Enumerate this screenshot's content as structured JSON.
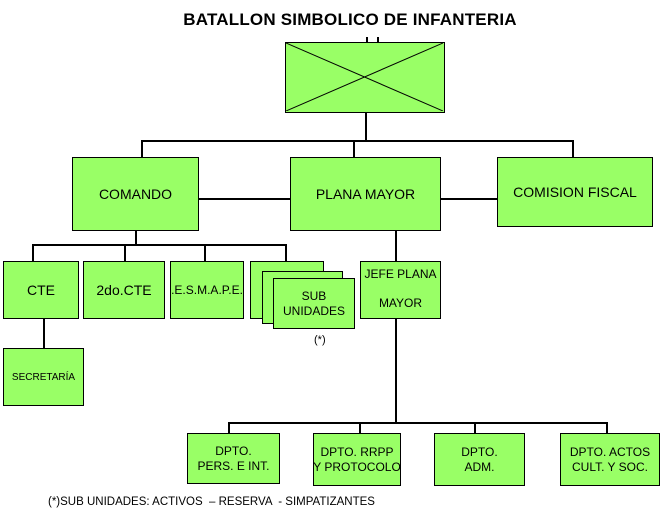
{
  "title": "BATALLON SIMBOLICO DE INFANTERIA",
  "colors": {
    "box_fill": "#99ff66",
    "line": "#000000"
  },
  "top_unit": {
    "symbol": "infantry-x-symbol"
  },
  "level1": {
    "comando": "COMANDO",
    "plana_mayor": "PLANA MAYOR",
    "comision_fiscal": "COMISION FISCAL"
  },
  "comando_children": {
    "cte": "CTE",
    "segundo_cte": "2do.CTE",
    "esmape": ".E.S.M.A.P.E.",
    "sub_unidades_line1": "SUB",
    "sub_unidades_line2": "UNIDADES",
    "sub_unidades_marker": "(*)"
  },
  "cte_children": {
    "secretaria": "SECRETARÍA"
  },
  "jefe_plana_mayor": {
    "line1": "JEFE PLANA",
    "line2": "MAYOR"
  },
  "departments": [
    {
      "line1": "DPTO.",
      "line2": "PERS. E INT."
    },
    {
      "line1": "DPTO. RRPP",
      "line2": "Y PROTOCOLO"
    },
    {
      "line1": "DPTO.",
      "line2": "ADM."
    },
    {
      "line1": "DPTO. ACTOS",
      "line2": "CULT. Y SOC."
    }
  ],
  "footnote": "(*)SUB UNIDADES: ACTIVOS  – RESERVA  - SIMPATIZANTES"
}
